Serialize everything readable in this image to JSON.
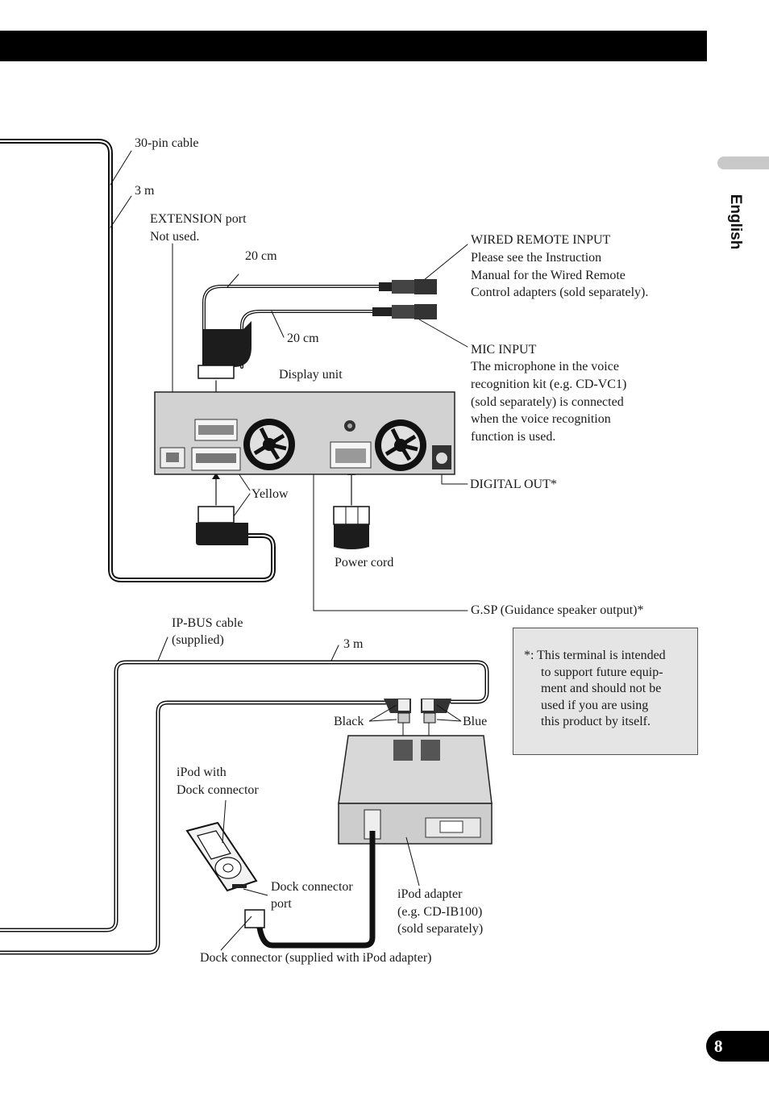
{
  "header": {
    "language": "English",
    "page_number": "8"
  },
  "diagram": {
    "labels": {
      "pin_cable": "30-pin cable",
      "pin_cable_length": "3 m",
      "extension_port": "EXTENSION port",
      "extension_note": "Not used.",
      "cable_len_a": "20 cm",
      "cable_len_b": "20 cm",
      "wired_remote_title": "WIRED REMOTE INPUT",
      "wired_remote_l1": "Please see the Instruction",
      "wired_remote_l2": "Manual for the Wired Remote",
      "wired_remote_l3": "Control adapters (sold separately).",
      "mic_title": "MIC INPUT",
      "mic_l1": "The microphone in the voice",
      "mic_l2": "recognition kit (e.g. CD-VC1)",
      "mic_l3": "(sold separately) is connected",
      "mic_l4": "when the voice recognition",
      "mic_l5": "function is used.",
      "display_unit": "Display unit",
      "yellow": "Yellow",
      "digital_out": "DIGITAL OUT*",
      "power_cord": "Power cord",
      "gsp": "G.SP (Guidance speaker output)*",
      "ipbus_l1": "IP-BUS cable",
      "ipbus_l2": "(supplied)",
      "ipbus_length": "3 m",
      "black": "Black",
      "blue": "Blue",
      "ipod_l1": "iPod with",
      "ipod_l2": "Dock connector",
      "dock_port_l1": "Dock connector",
      "dock_port_l2": "port",
      "adapter_l1": "iPod adapter",
      "adapter_l2": "(e.g. CD-IB100)",
      "adapter_l3": "(sold separately)",
      "dock_connector": "Dock connector (supplied with iPod adapter)"
    },
    "note": {
      "l1": "*: This terminal is intended",
      "l2": "to support future equip-",
      "l3": "ment and should not be",
      "l4": "used if you are using",
      "l5": "this product by itself."
    }
  }
}
